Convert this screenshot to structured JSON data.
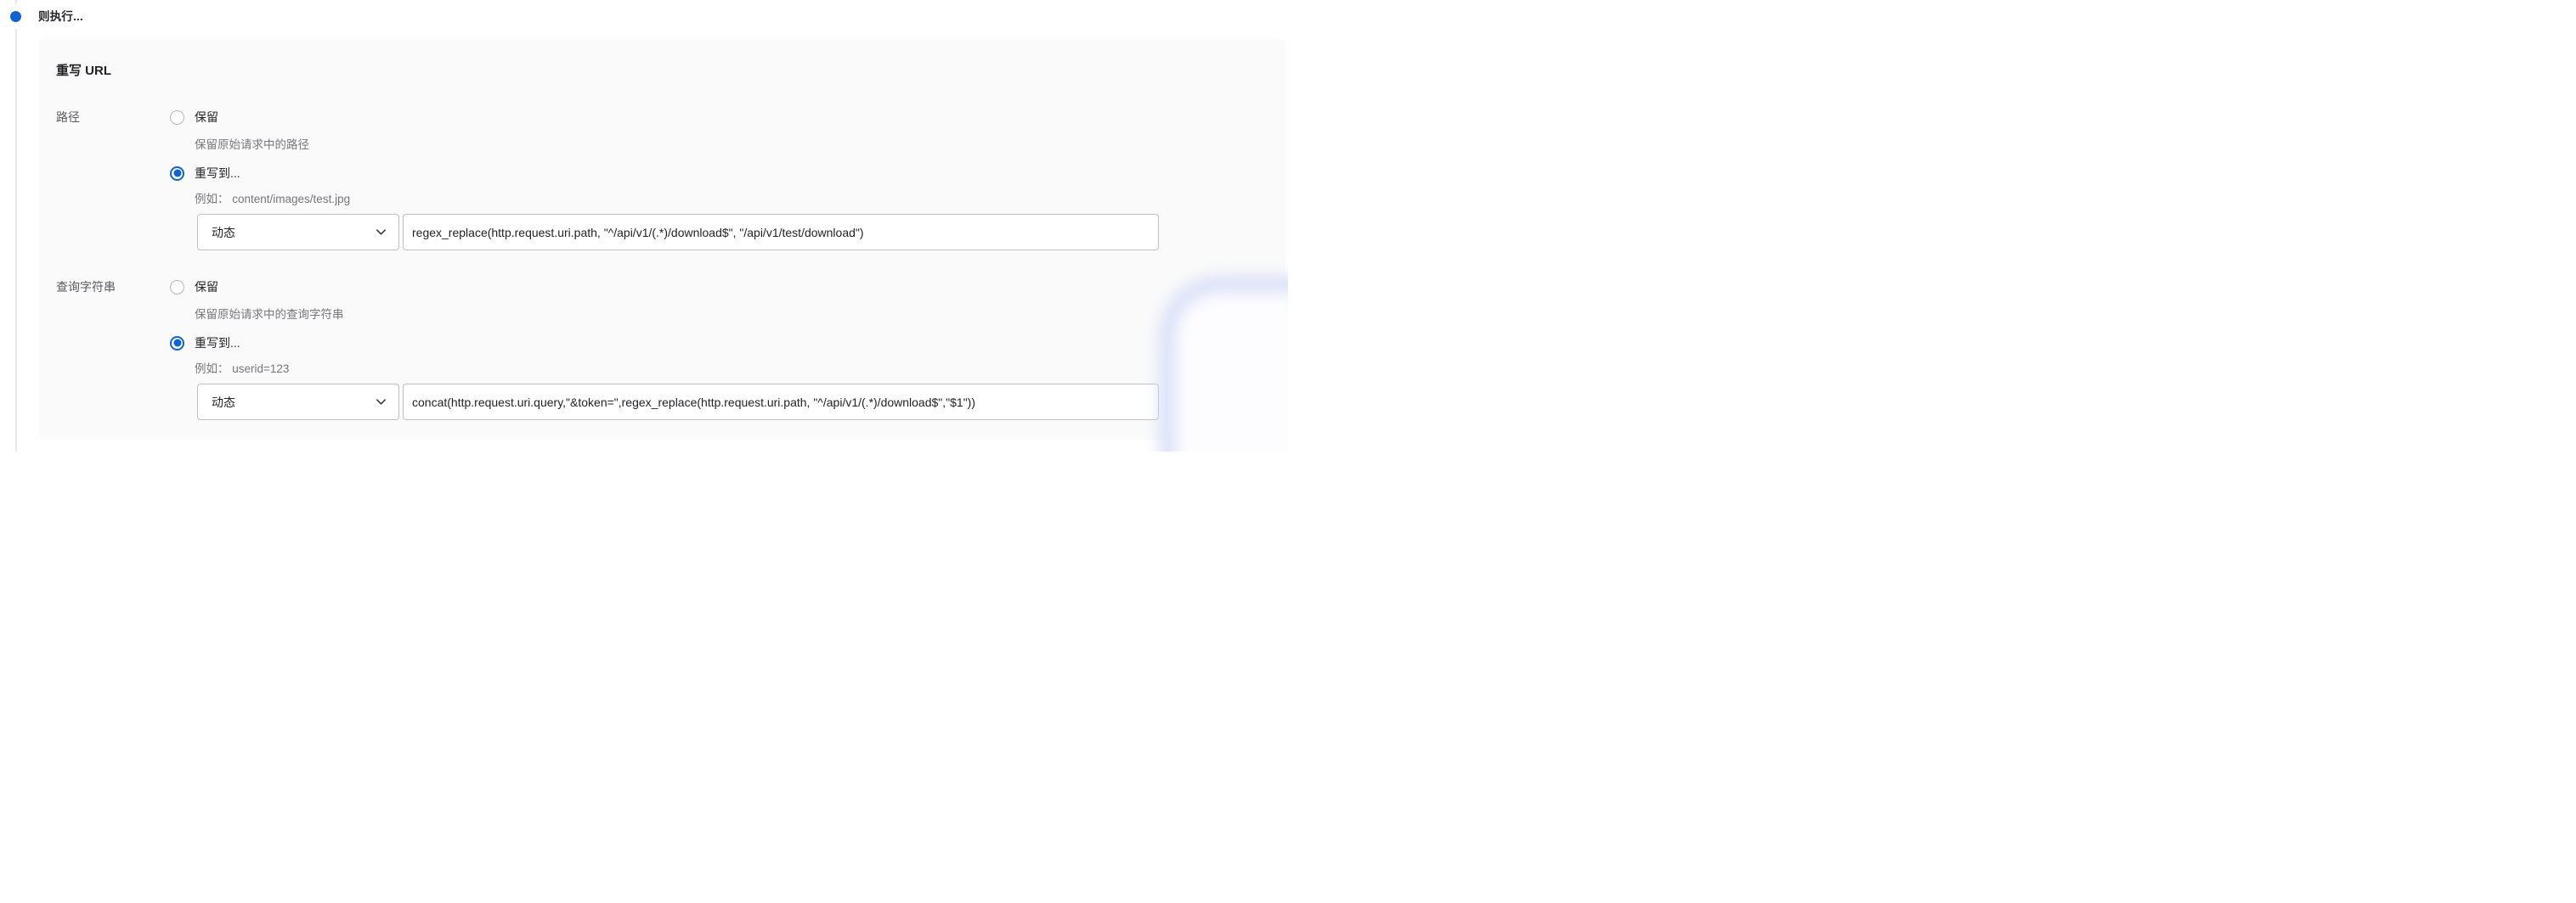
{
  "colors": {
    "accent_blue": "#1063d2",
    "card_bg": "#fafafa",
    "control_border": "#bfbfc6",
    "text_primary": "#232327",
    "text_secondary": "#5a5a61",
    "text_muted": "#76767d",
    "timeline_line": "#e8e8ea"
  },
  "timeline": {
    "then_label": "则执行..."
  },
  "card": {
    "title": "重写 URL",
    "sections": [
      {
        "label": "路径",
        "options": [
          {
            "label": "保留",
            "selected": false,
            "description": "保留原始请求中的路径"
          },
          {
            "label": "重写到...",
            "selected": true,
            "hint": "例如： content/images/test.jpg"
          }
        ],
        "dropdown_value": "动态",
        "input_value": "regex_replace(http.request.uri.path, \"^/api/v1/(.*)/download$\", \"/api/v1/test/download\")"
      },
      {
        "label": "查询字符串",
        "options": [
          {
            "label": "保留",
            "selected": false,
            "description": "保留原始请求中的查询字符串"
          },
          {
            "label": "重写到...",
            "selected": true,
            "hint": "例如： userid=123"
          }
        ],
        "dropdown_value": "动态",
        "input_value": "concat(http.request.uri.query,\"&token=\",regex_replace(http.request.uri.path, \"^/api/v1/(.*)/download$\",\"$1\"))"
      }
    ]
  }
}
